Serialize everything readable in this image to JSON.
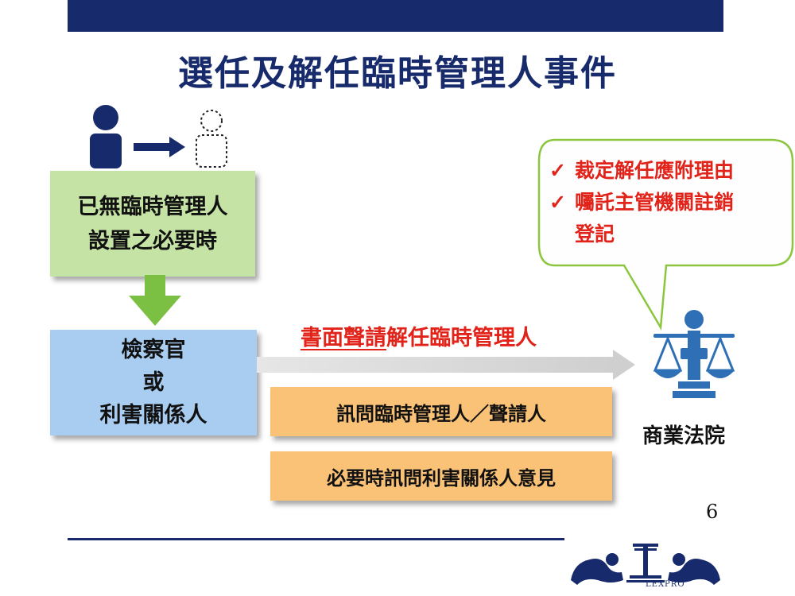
{
  "slide": {
    "title": "選任及解任臨時管理人事件",
    "page_number": "6"
  },
  "condition_box": {
    "line1": "已無臨時管理人",
    "line2": "設置之必要時"
  },
  "applicant_box": {
    "line1": "檢察官",
    "line2": "或",
    "line3": "利害關係人"
  },
  "petition": {
    "underlined": "書面聲請",
    "rest": "解任臨時管理人"
  },
  "steps": [
    "訊問臨時管理人／聲請人",
    "必要時訊問利害關係人意見"
  ],
  "court": {
    "label": "商業法院"
  },
  "bubble": {
    "items": [
      {
        "check": "✓",
        "line1": "裁定解任應附理由",
        "line2": ""
      },
      {
        "check": "✓",
        "line1": "囑託主管機關註銷",
        "line2": "登記"
      }
    ]
  },
  "logo": {
    "text": "LEXPRO"
  },
  "colors": {
    "navy": "#172a6b",
    "green_box": "#c4e3a4",
    "blue_box": "#a8cdf1",
    "orange_box": "#fac277",
    "red_text": "#e2231a",
    "bubble_border": "#8cc63f",
    "court_icon": "#2f6fb6"
  },
  "icons": [
    "person-solid-icon",
    "person-dotted-icon",
    "right-arrow-icon",
    "down-arrow-icon",
    "scales-of-justice-icon",
    "check-icon"
  ]
}
